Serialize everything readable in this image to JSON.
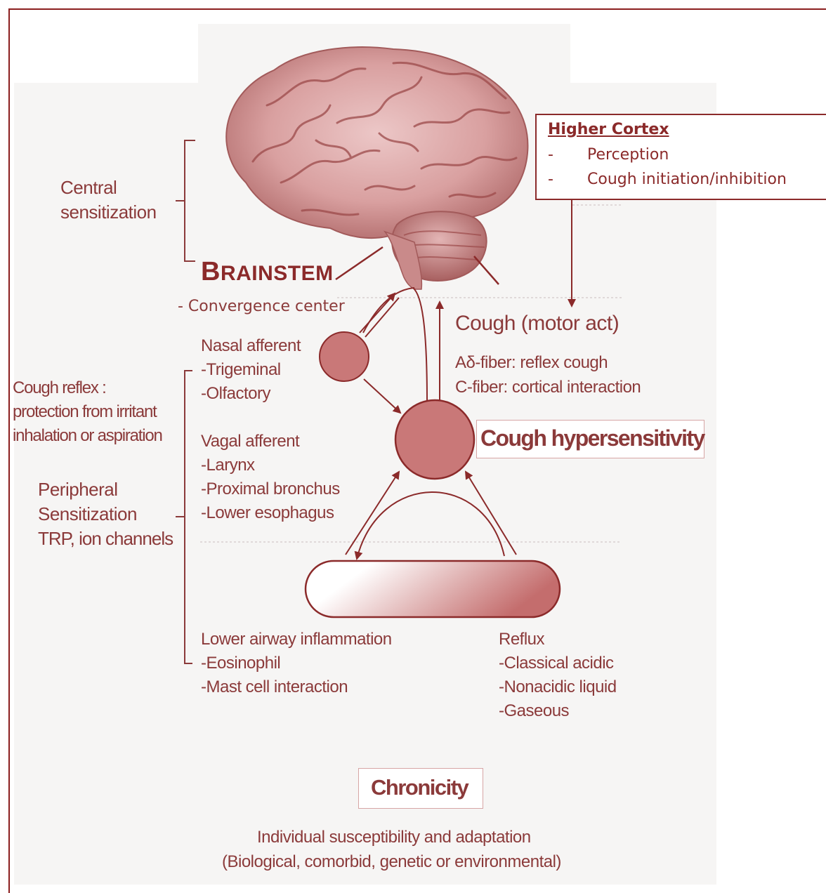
{
  "higher_cortex": {
    "title": "Higher Cortex",
    "items": [
      "Perception",
      "Cough initiation/inhibition"
    ]
  },
  "left": {
    "central_sensitization": [
      "Central",
      "sensitization"
    ],
    "cough_reflex": [
      "Cough reflex :",
      "protection from irritant",
      "inhalation or aspiration"
    ],
    "peripheral": [
      "Peripheral",
      "Sensitization",
      "TRP, ion channels"
    ]
  },
  "brainstem": {
    "first_letter": "B",
    "rest": "RAINSTEM",
    "subtitle": "- Convergence center"
  },
  "afferents": {
    "nasal_title": "Nasal afferent",
    "nasal_items": [
      "Trigeminal",
      "Olfactory"
    ],
    "vagal_title": "Vagal afferent",
    "vagal_items": [
      "Larynx",
      "Proximal bronchus",
      "Lower esophagus"
    ]
  },
  "motor": {
    "title": "Cough (motor act)",
    "a_delta": "Aδ-fiber: reflex cough",
    "c_fiber": "C-fiber: cortical interaction"
  },
  "hypersensitivity_label": "Cough hypersensitivity",
  "lower_airway": {
    "title": "Lower airway inflammation",
    "items": [
      "Eosinophil",
      "Mast cell interaction"
    ]
  },
  "reflux": {
    "title": "Reflux",
    "items": [
      "Classical acidic",
      "Nonacidic liquid",
      "Gaseous"
    ]
  },
  "chronicity": "Chronicity",
  "footer": [
    "Individual susceptibility and adaptation",
    "(Biological, comorbid, genetic or environmental)"
  ],
  "colors": {
    "accent": "#8b2a2a",
    "text": "#8b3a3a",
    "circle_fill": "#c97878",
    "panel": "#f6f5f4"
  }
}
